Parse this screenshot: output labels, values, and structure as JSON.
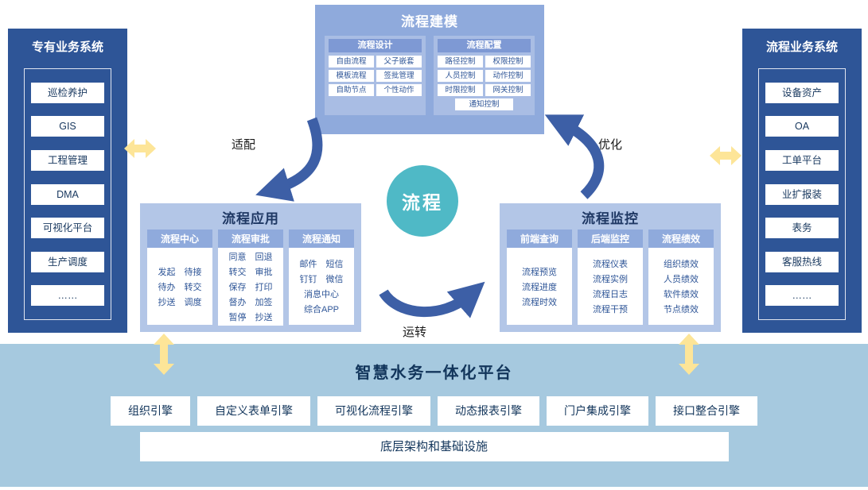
{
  "left_panel": {
    "title": "专有业务系统",
    "items": [
      "巡检养护",
      "GIS",
      "工程管理",
      "DMA",
      "可视化平台",
      "生产调度",
      "……"
    ]
  },
  "right_panel": {
    "title": "流程业务系统",
    "items": [
      "设备资产",
      "OA",
      "工单平台",
      "业扩报装",
      "表务",
      "客服热线",
      "……"
    ]
  },
  "modeling": {
    "title": "流程建模",
    "design": {
      "title": "流程设计",
      "items": [
        "自由流程",
        "父子嵌套",
        "模板流程",
        "签批管理",
        "自助节点",
        "个性动作"
      ]
    },
    "config": {
      "title": "流程配置",
      "items": [
        "路径控制",
        "权限控制",
        "人员控制",
        "动作控制",
        "时限控制",
        "网关控制"
      ],
      "footer": "通知控制"
    }
  },
  "center_circle": {
    "label": "流程"
  },
  "application": {
    "title": "流程应用",
    "columns": [
      {
        "title": "流程中心",
        "lines": [
          "发起　待接",
          "待办　转交",
          "抄送　调度"
        ]
      },
      {
        "title": "流程审批",
        "lines": [
          "同意　回退",
          "转交　审批",
          "保存　打印",
          "督办　加签",
          "暂停　抄送"
        ]
      },
      {
        "title": "流程通知",
        "lines": [
          "邮件　短信",
          "钉钉　微信",
          "消息中心",
          "综合APP"
        ]
      }
    ]
  },
  "monitoring": {
    "title": "流程监控",
    "columns": [
      {
        "title": "前端查询",
        "lines": [
          "流程预览",
          "流程进度",
          "流程时效"
        ]
      },
      {
        "title": "后端监控",
        "lines": [
          "流程仪表",
          "流程实例",
          "流程日志",
          "流程干预"
        ]
      },
      {
        "title": "流程绩效",
        "lines": [
          "组织绩效",
          "人员绩效",
          "软件绩效",
          "节点绩效"
        ]
      }
    ]
  },
  "arrows": {
    "adapt": "适配",
    "optimize": "优化",
    "operate": "运转"
  },
  "platform": {
    "title": "智慧水务一体化平台",
    "engines": [
      "组织引擎",
      "自定义表单引擎",
      "可视化流程引擎",
      "动态报表引擎",
      "门户集成引擎",
      "接口整合引擎"
    ],
    "base": "底层架构和基础设施"
  },
  "colors": {
    "dark_blue": "#2E5597",
    "periwinkle": "#8FAADC",
    "light_periwinkle": "#B3C6E7",
    "teal": "#4FB9C6",
    "yellow": "#FDE598",
    "platform_blue": "#A6C9DF",
    "arrow_blue": "#3D5FA6"
  }
}
